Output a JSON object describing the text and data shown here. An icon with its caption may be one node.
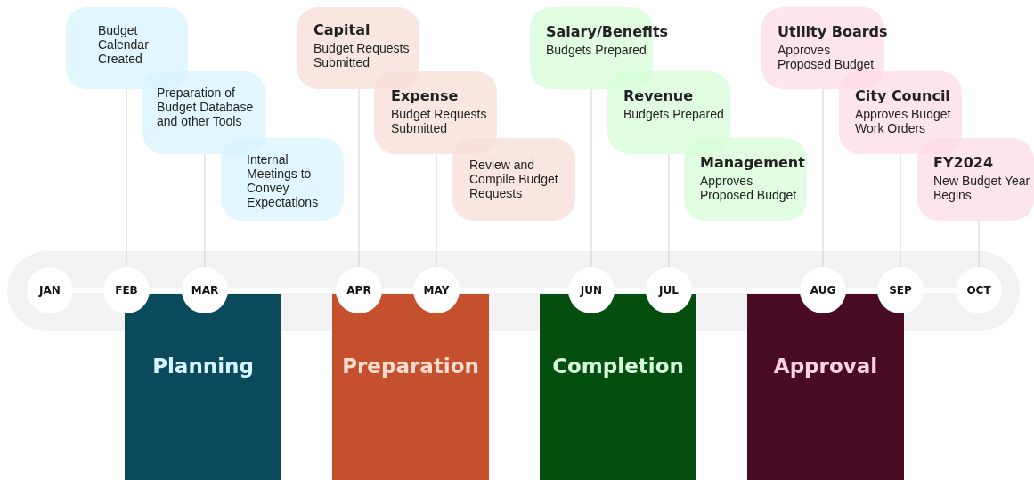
{
  "diagram": {
    "nodes": [
      {
        "text": [
          "Budget Calendar Created"
        ]
      },
      {
        "text": [
          "Preparation of Budget Database and other Tools"
        ]
      },
      {
        "text": [
          "Internal Meetings to Convey Expectations"
        ]
      },
      {
        "text": [
          "Capital",
          "Budget Requests Submitted"
        ]
      },
      {
        "text": [
          "Expense",
          "Budget Requests Submitted"
        ]
      },
      {
        "text": [
          "Review and Compile Budget Requests"
        ]
      },
      {
        "text": [
          "Salary/Benefits",
          "Budgets Prepared"
        ]
      },
      {
        "text": [
          "Revenue",
          "Budgets Prepared"
        ]
      },
      {
        "text": [
          "Management",
          "Approves Proposed Budget"
        ]
      },
      {
        "text": [
          "Utility Boards",
          "Approves Proposed Budget"
        ]
      },
      {
        "text": [
          "City Council",
          "Approves Budget Work Orders"
        ]
      },
      {
        "text": [
          "FY2024",
          "New Budget Year Begins"
        ]
      },
      {
        "text": [
          "JAN"
        ]
      },
      {
        "text": [
          "FEB"
        ]
      },
      {
        "text": [
          "MAR"
        ]
      },
      {
        "text": [
          "APR"
        ]
      },
      {
        "text": [
          "MAY"
        ]
      },
      {
        "text": [
          "JUN"
        ]
      },
      {
        "text": [
          "JUL"
        ]
      },
      {
        "text": [
          "AUG"
        ]
      },
      {
        "text": [
          "SEP"
        ]
      },
      {
        "text": [
          "OCT"
        ]
      },
      {
        "text": [
          "Planning"
        ]
      },
      {
        "text": [
          "Preparation"
        ]
      },
      {
        "text": [
          "Completion"
        ]
      },
      {
        "text": [
          "Approval"
        ]
      }
    ],
    "edges": [
      {
        "from": 0,
        "to": 13,
        "arrow": "none"
      },
      {
        "from": 1,
        "to": 14,
        "arrow": "none"
      },
      {
        "from": 3,
        "to": 15,
        "arrow": "none"
      },
      {
        "from": 4,
        "to": 16,
        "arrow": "none"
      },
      {
        "from": 6,
        "to": 17,
        "arrow": "none"
      },
      {
        "from": 7,
        "to": 18,
        "arrow": "none"
      },
      {
        "from": 9,
        "to": 19,
        "arrow": "none"
      },
      {
        "from": 10,
        "to": 20,
        "arrow": "none"
      },
      {
        "from": 11,
        "to": 21,
        "arrow": "none"
      },
      {
        "from": 12,
        "to": 13,
        "arrow": "none",
        "style": "thick",
        "color": "#ffffff"
      },
      {
        "from": 13,
        "to": 14,
        "arrow": "none",
        "style": "thick",
        "color": "#ffffff"
      },
      {
        "from": 14,
        "to": 15,
        "arrow": "none",
        "style": "thick",
        "color": "#ffffff"
      },
      {
        "from": 15,
        "to": 16,
        "arrow": "none",
        "style": "thick",
        "color": "#ffffff"
      },
      {
        "from": 16,
        "to": 17,
        "arrow": "none",
        "style": "thick",
        "color": "#ffffff"
      },
      {
        "from": 17,
        "to": 18,
        "arrow": "none",
        "style": "thick",
        "color": "#ffffff"
      },
      {
        "from": 18,
        "to": 19,
        "arrow": "none",
        "style": "thick",
        "color": "#ffffff"
      },
      {
        "from": 19,
        "to": 20,
        "arrow": "none",
        "style": "thick",
        "color": "#ffffff"
      },
      {
        "from": 20,
        "to": 21,
        "arrow": "none",
        "style": "thick",
        "color": "#ffffff"
      }
    ]
  }
}
